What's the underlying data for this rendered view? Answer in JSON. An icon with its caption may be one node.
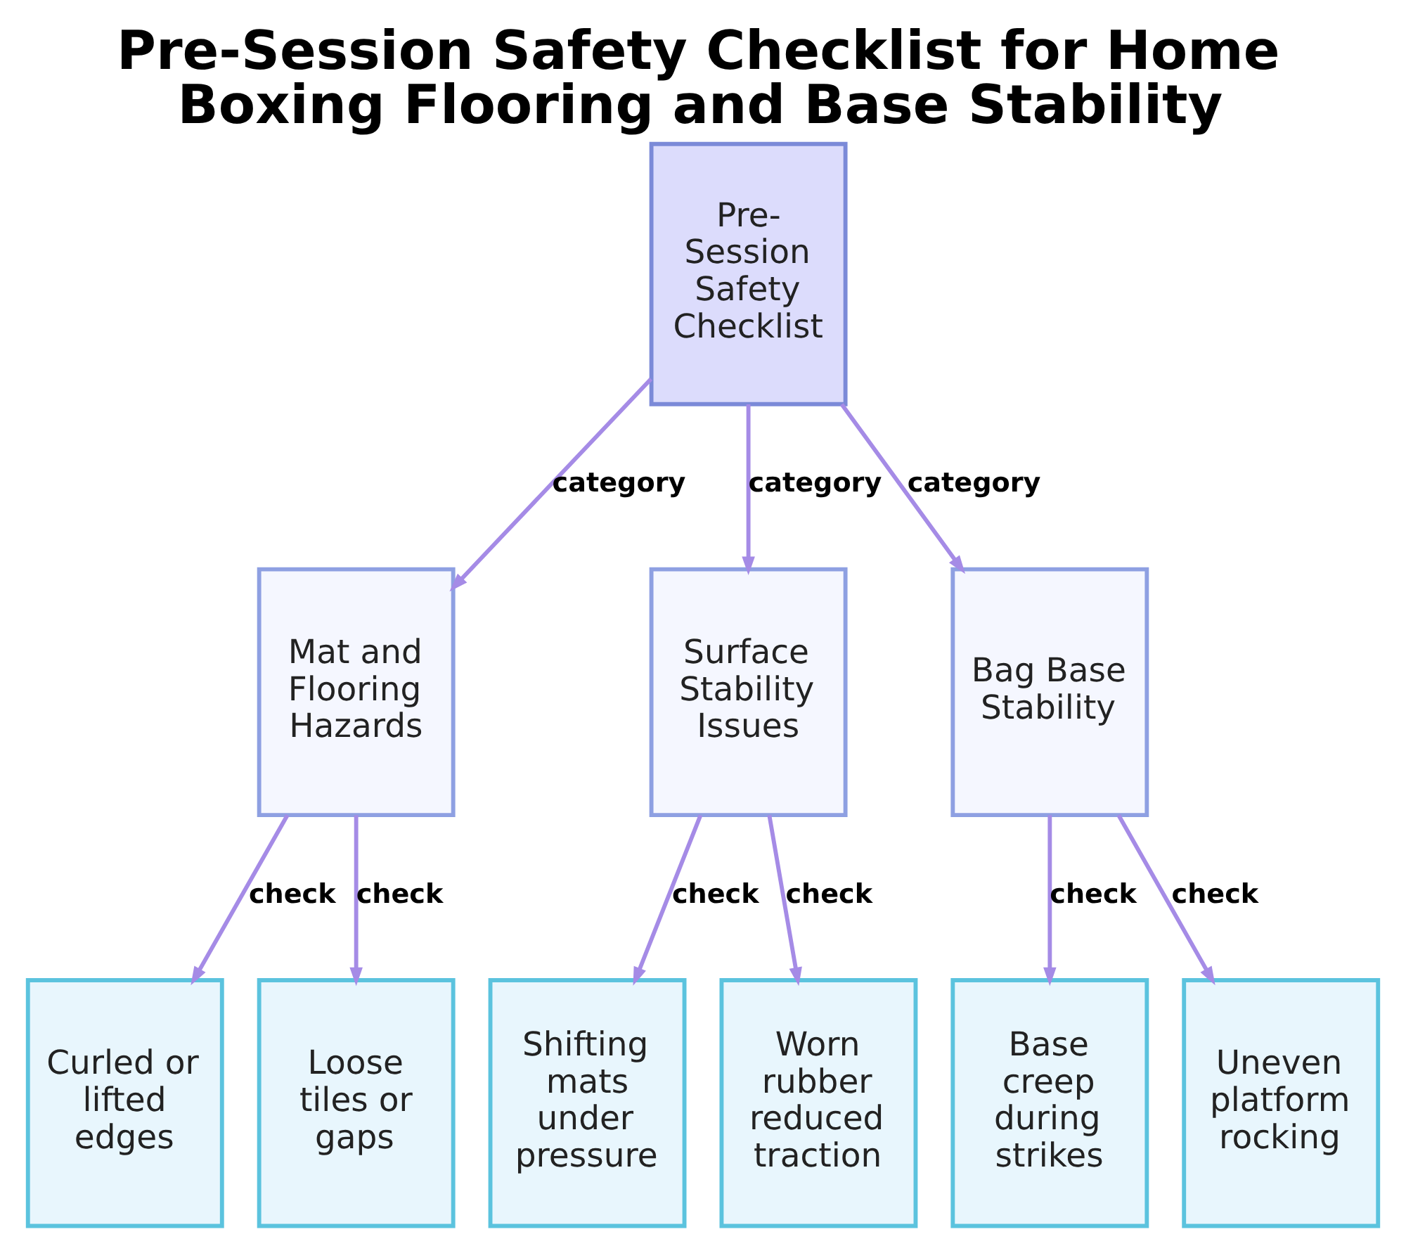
{
  "diagram": {
    "title": "Pre-Session Safety Checklist for Home Boxing Flooring and Base Stability",
    "nodes": [
      {
        "text": [
          "Pre-Session Safety Checklist"
        ]
      },
      {
        "text": [
          "Mat and Flooring Hazards"
        ]
      },
      {
        "text": [
          "Surface Stability Issues"
        ]
      },
      {
        "text": [
          "Bag Base Stability"
        ]
      },
      {
        "text": [
          "Curled or lifted edges"
        ]
      },
      {
        "text": [
          "Loose tiles or gaps"
        ]
      },
      {
        "text": [
          "Shifting mats under pressure"
        ]
      },
      {
        "text": [
          "Worn rubber reduced traction"
        ]
      },
      {
        "text": [
          "Base creep during strikes"
        ]
      },
      {
        "text": [
          "Uneven platform rocking"
        ]
      }
    ],
    "edges": [
      {
        "from": 0,
        "to": 1,
        "arrow": "to",
        "label": "category"
      },
      {
        "from": 0,
        "to": 2,
        "arrow": "to",
        "label": "category"
      },
      {
        "from": 0,
        "to": 3,
        "arrow": "to",
        "label": "category"
      },
      {
        "from": 1,
        "to": 4,
        "arrow": "to",
        "label": "check"
      },
      {
        "from": 1,
        "to": 5,
        "arrow": "to",
        "label": "check"
      },
      {
        "from": 2,
        "to": 6,
        "arrow": "to",
        "label": "check"
      },
      {
        "from": 2,
        "to": 7,
        "arrow": "to",
        "label": "check"
      },
      {
        "from": 3,
        "to": 8,
        "arrow": "to",
        "label": "check"
      },
      {
        "from": 3,
        "to": 9,
        "arrow": "to",
        "label": "check"
      }
    ]
  }
}
